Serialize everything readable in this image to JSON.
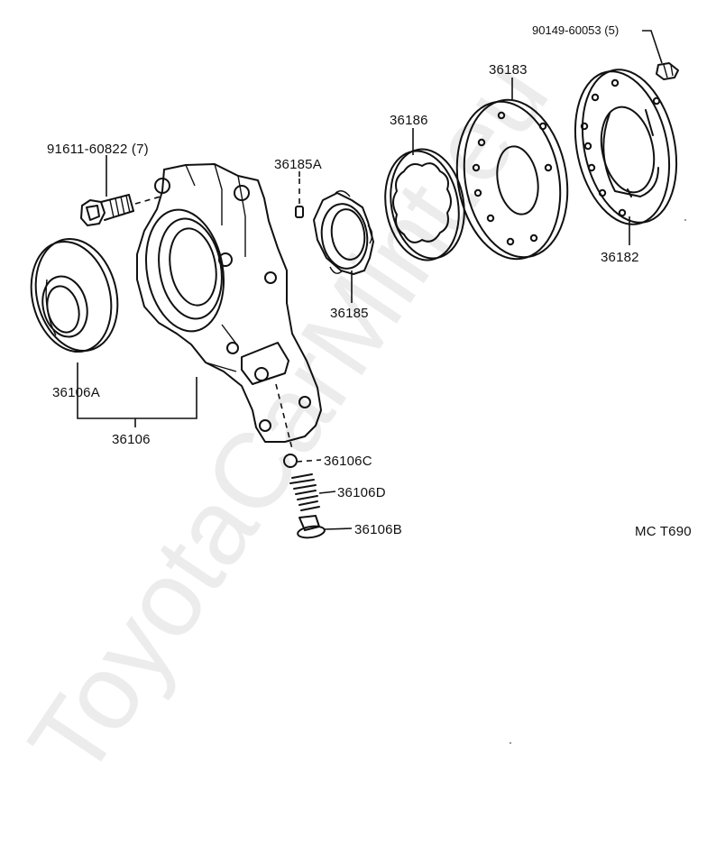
{
  "watermark": "ToyotaCarMint.eu",
  "drawing_code": "MC T690",
  "parts": {
    "bolt_91611": {
      "number": "91611-60822",
      "qty": "(7)"
    },
    "screw_90149": {
      "number": "90149-60053",
      "qty": "(5)"
    },
    "pin_36185A": {
      "number": "36185A"
    },
    "inner_gear_36185": {
      "number": "36185"
    },
    "outer_gear_36186": {
      "number": "36186"
    },
    "plate_36183": {
      "number": "36183"
    },
    "cover_36182": {
      "number": "36182"
    },
    "oil_seal_36106A": {
      "number": "36106A"
    },
    "pump_body_36106": {
      "number": "36106"
    },
    "ball_36106C": {
      "number": "36106C"
    },
    "spring_36106D": {
      "number": "36106D"
    },
    "plug_36106B": {
      "number": "36106B"
    }
  }
}
